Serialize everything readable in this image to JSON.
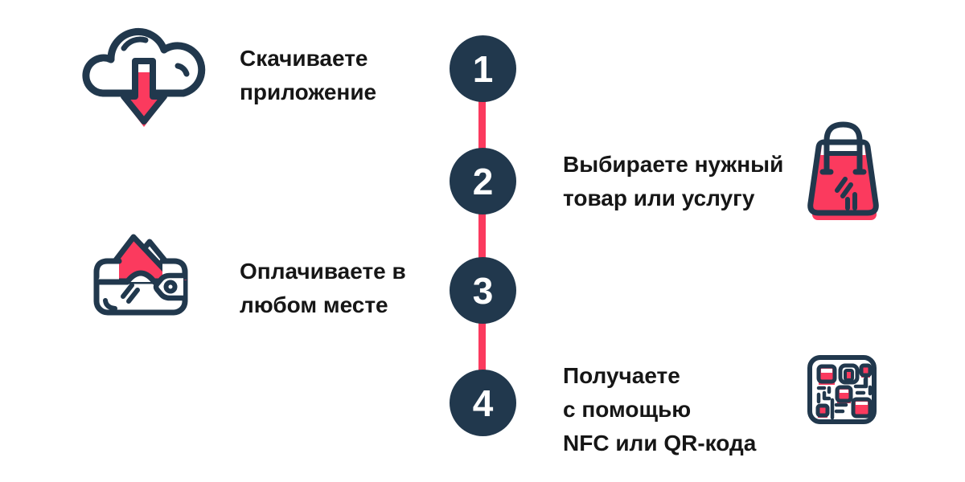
{
  "colors": {
    "navy": "#21384D",
    "pink": "#FB3A5E",
    "text": "#161616",
    "bg": "#ffffff"
  },
  "diagram": {
    "type": "vertical-step-timeline",
    "language": "ru",
    "step_count": 4
  },
  "steps": [
    {
      "number": "1",
      "lines": [
        "Скачиваете",
        "приложение"
      ],
      "icon": "cloud-download-icon",
      "side": "left"
    },
    {
      "number": "2",
      "lines": [
        "Выбираете нужный",
        "товар или услугу"
      ],
      "icon": "shopping-bag-icon",
      "side": "right"
    },
    {
      "number": "3",
      "lines": [
        "Оплачиваете в",
        "любом месте"
      ],
      "icon": "wallet-icon",
      "side": "left"
    },
    {
      "number": "4",
      "lines": [
        "Получаете",
        "с помощью",
        "NFC или QR-кода"
      ],
      "icon": "qr-code-icon",
      "side": "right"
    }
  ]
}
